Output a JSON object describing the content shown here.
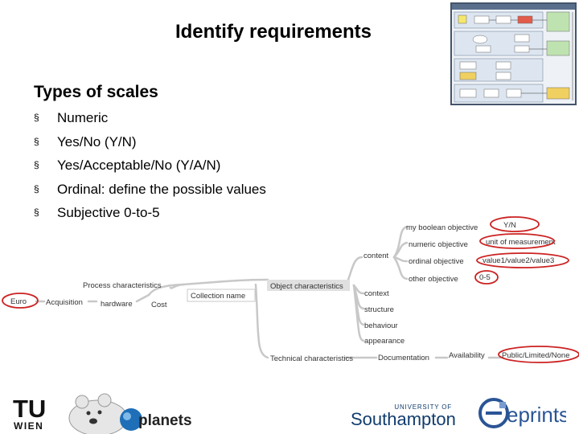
{
  "slide": {
    "title": "Identify requirements",
    "subtitle": "Types of scales",
    "bullet_marker": "§",
    "bullets": [
      "Numeric",
      "Yes/No (Y/N)",
      "Yes/Acceptable/No (Y/A/N)",
      "Ordinal: define the possible values",
      "Subjective 0-to-5"
    ]
  },
  "mindmap": {
    "objectives": {
      "boolean": "my boolean objective",
      "numeric": "numeric objective",
      "ordinal": "ordinal objective",
      "other": "other objective"
    },
    "values": {
      "yn": "Y/N",
      "unit": "unit of measurement",
      "ordinal_values": "value1/value2/value3",
      "subjective": "0-5"
    },
    "nodes": {
      "content": "content",
      "object_characteristics": "Object characteristics",
      "context": "context",
      "structure": "structure",
      "behaviour": "behaviour",
      "appearance": "appearance",
      "technical_characteristics": "Technical characteristics",
      "documentation": "Documentation",
      "availability": "Availability",
      "availability_value": "Public/Limited/None",
      "collection_name": "Collection name",
      "process_characteristics": "Process characteristics",
      "acquisition": "Acquisition",
      "hardware": "hardware",
      "cost": "Cost",
      "euro": "Euro"
    }
  },
  "logos": {
    "tu_top": "TU",
    "tu_bottom": "WIEN",
    "planets": "planets",
    "southampton_small": "UNIVERSITY OF",
    "southampton_large": "Southampton",
    "eprints": "eprints"
  },
  "colors": {
    "highlight_ring": "#cc2222",
    "branch": "#c8c8c8",
    "tu_blue": "#1a4f8b",
    "planets_blue": "#1e6fb8",
    "southampton_blue": "#113c6e",
    "eprints_blue": "#2a5595"
  }
}
